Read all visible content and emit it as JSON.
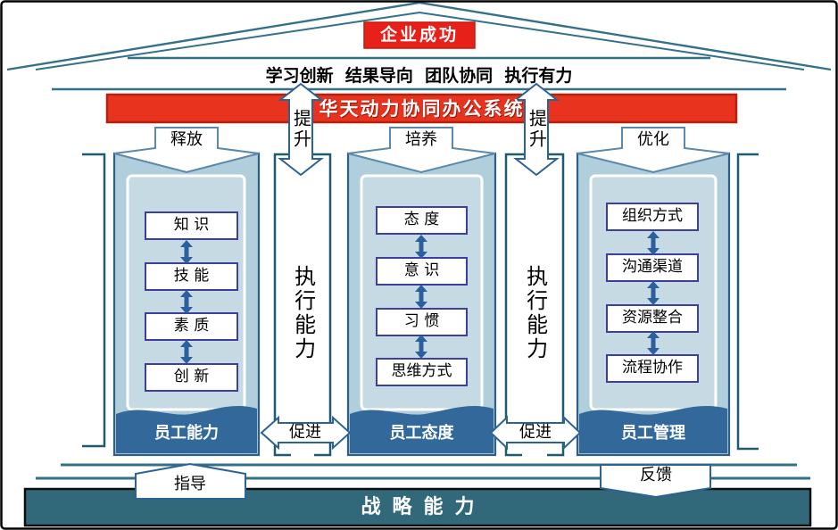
{
  "title": "企业成功",
  "motto": "学习创新  结果导向  团队协同  执行有力",
  "banner": "华天动力协同办公系统",
  "pillars": [
    {
      "label": "释放",
      "items": [
        "知 识",
        "技 能",
        "素 质",
        "创 新"
      ],
      "base": "员工能力"
    },
    {
      "label": "培养",
      "items": [
        "态 度",
        "意 识",
        "习 惯",
        "思维方式"
      ],
      "base": "员工态度"
    },
    {
      "label": "优化",
      "items": [
        "组织方式",
        "沟通渠道",
        "资源整合",
        "流程协作"
      ],
      "base": "员工管理"
    }
  ],
  "exec_columns": [
    "执行能力",
    "执行能力"
  ],
  "arrows": {
    "lift": "提升",
    "promote": "促进",
    "guide": "指导",
    "feedback": "反馈"
  },
  "foundation": "战略能力",
  "colors": {
    "red_banner": "#e8331e",
    "red_title": "#e8201a",
    "pillar_fill": "#b0cedb",
    "pillar_inner": "#c6dae4",
    "base_fill": "#32689a",
    "bar_fill": "#31697b",
    "line_teal": "#35708a",
    "border_blue": "#2f5f86",
    "box_border": "#3c3f9d",
    "arrow_blue": "#2b5f9e"
  }
}
